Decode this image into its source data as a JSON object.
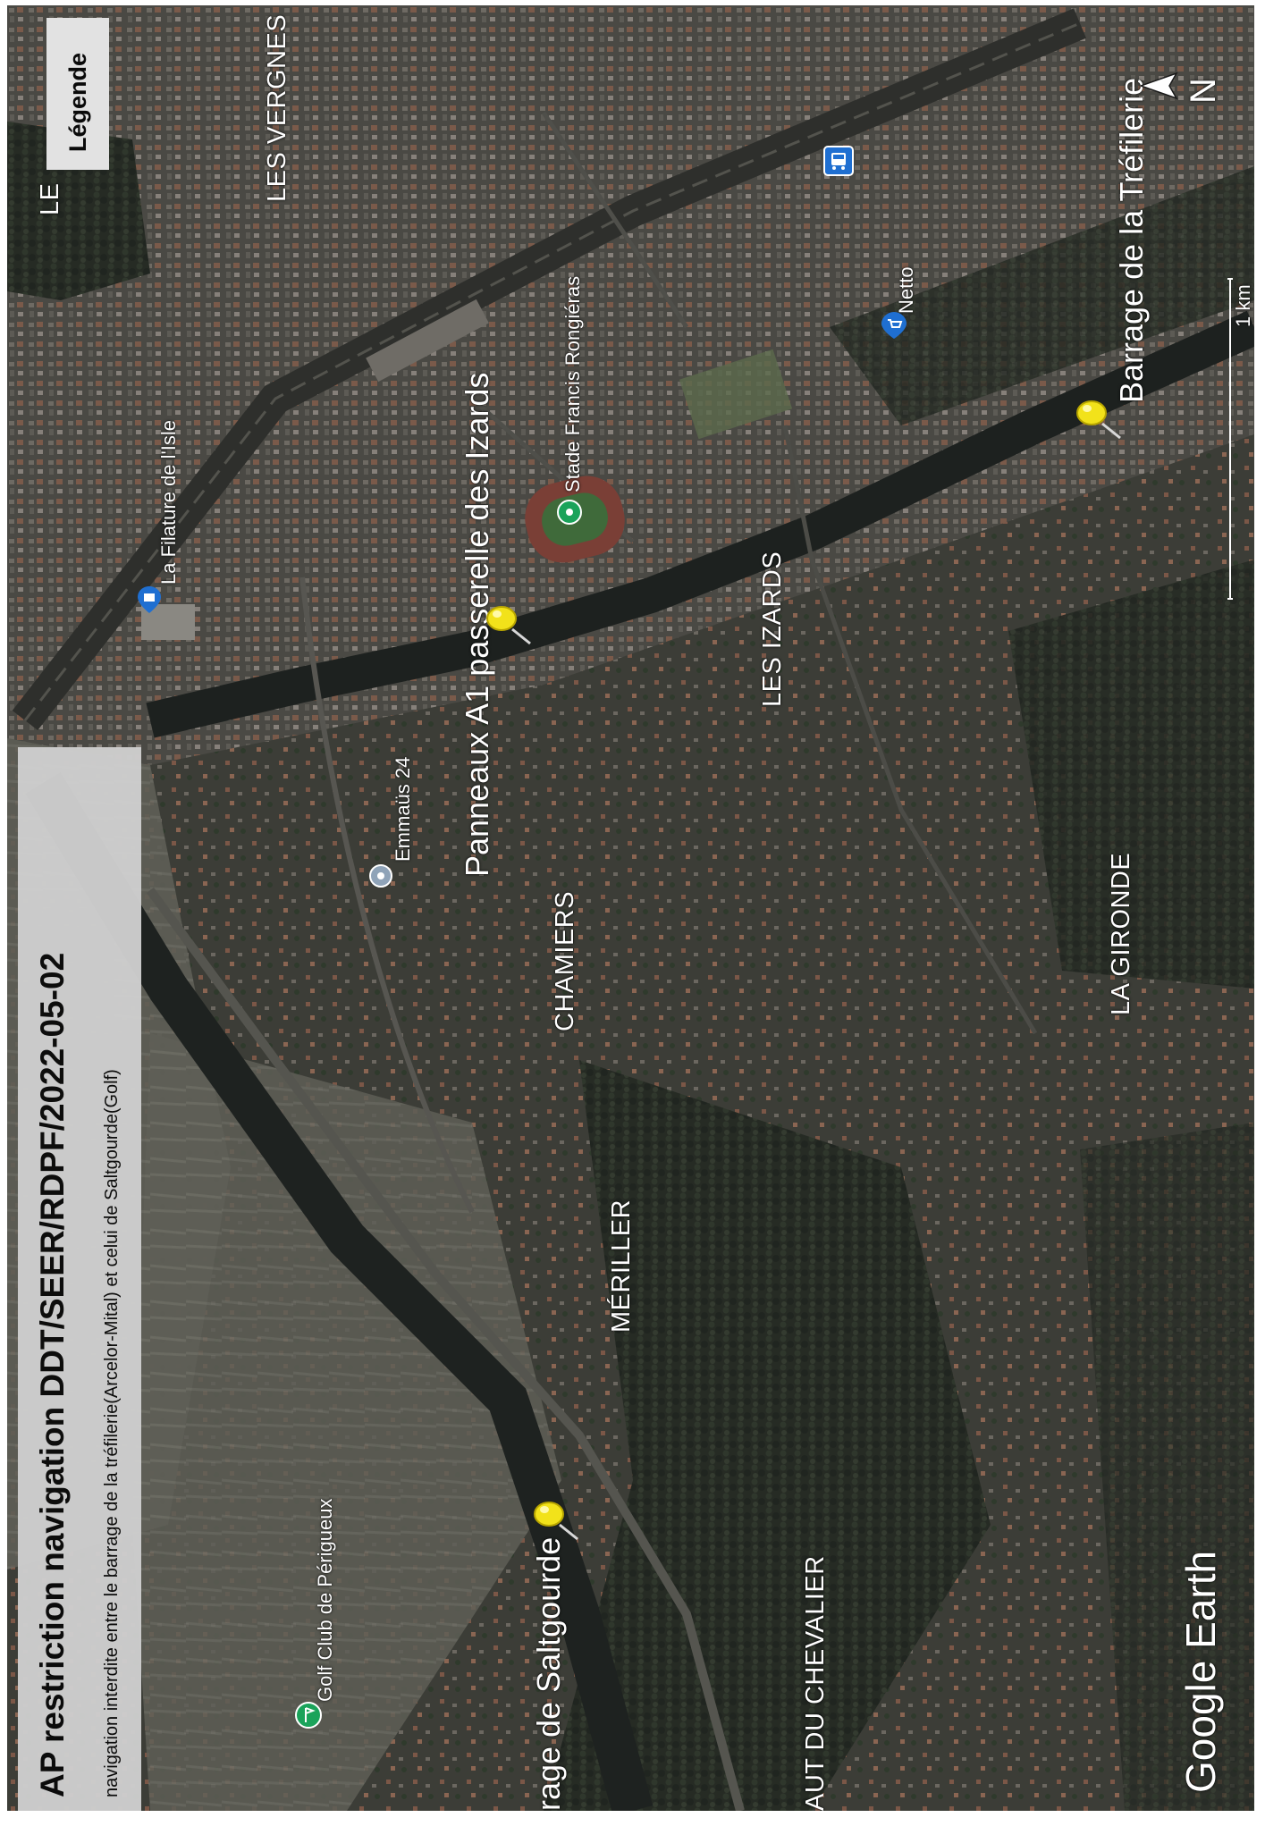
{
  "title": {
    "main": "AP restriction navigation DDT/SEER/RDPF/2022-05-02",
    "subtitle": "navigation interdite entre le barrage de la tréfilerie(Arcelor-Mital) et celui de Saltgourde(Golf)"
  },
  "legend": {
    "label": "Légende"
  },
  "places": [
    {
      "id": "le",
      "name": "LE"
    },
    {
      "id": "les-vergnes",
      "name": "LES VERGNES"
    },
    {
      "id": "les-izards",
      "name": "LES IZARDS"
    },
    {
      "id": "chamiers",
      "name": "CHAMIERS"
    },
    {
      "id": "la-gironde",
      "name": "LA GIRONDE"
    },
    {
      "id": "meriller",
      "name": "MÉRILLER"
    },
    {
      "id": "chevalier",
      "name": "AUT DU CHEVALIER"
    }
  ],
  "pois": [
    {
      "id": "filature",
      "name": "La Filature de l'Isle",
      "icon": "shop-icon"
    },
    {
      "id": "stade",
      "name": "Stade Francis Rongiéras",
      "icon": "stadium-icon"
    },
    {
      "id": "netto",
      "name": "Netto",
      "icon": "shopping-cart-icon"
    },
    {
      "id": "emmaus",
      "name": "Emmaüs 24",
      "icon": "place-icon"
    },
    {
      "id": "golf",
      "name": "Golf Club de Périgueux",
      "icon": "golf-icon"
    },
    {
      "id": "transit",
      "name": "",
      "icon": "bus-station-icon"
    }
  ],
  "markers": [
    {
      "id": "trefilerie",
      "name": "Barrage de la Tréfilerie",
      "icon": "yellow-pushpin-icon"
    },
    {
      "id": "izards",
      "name": "Panneaux A1 passerelle des Izards",
      "icon": "yellow-pushpin-icon"
    },
    {
      "id": "saltgourde",
      "name": "rage de Saltgourde",
      "icon": "yellow-pushpin-icon"
    }
  ],
  "scale": {
    "label": "1 km"
  },
  "north": {
    "label": "N"
  },
  "brand": {
    "label": "Google Earth"
  },
  "colors": {
    "pin": "#f2e21a",
    "poi_blue": "#1f6fd1",
    "poi_green": "#1aa35a",
    "title_bg": "#cfcfcf"
  }
}
